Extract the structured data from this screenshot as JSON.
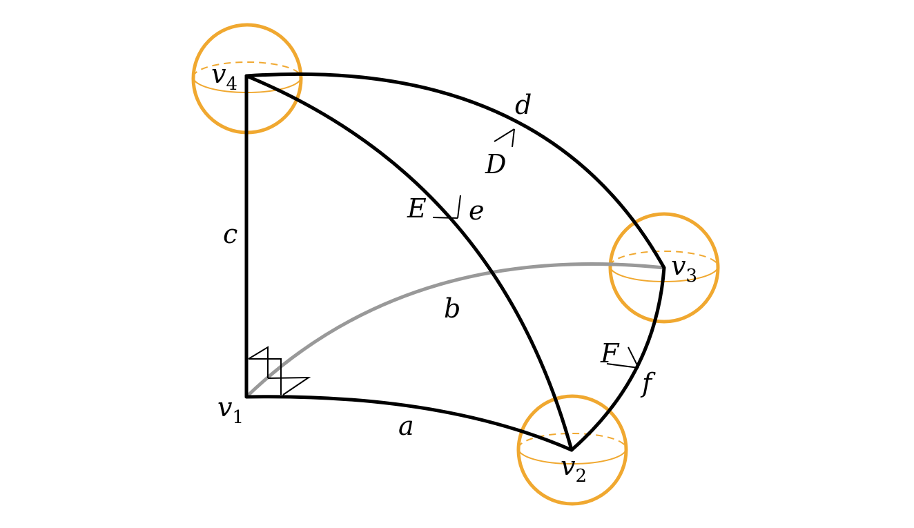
{
  "colors": {
    "edge": "#000000",
    "hidden_edge": "#999999",
    "sphere": "#f0a830"
  },
  "vertices": [
    {
      "id": "v1",
      "base": "v",
      "sub": "1"
    },
    {
      "id": "v2",
      "base": "v",
      "sub": "2"
    },
    {
      "id": "v3",
      "base": "v",
      "sub": "3"
    },
    {
      "id": "v4",
      "base": "v",
      "sub": "4"
    }
  ],
  "edges": {
    "a": "a",
    "b": "b",
    "c": "c",
    "d": "d",
    "e": "e",
    "f": "f"
  },
  "angles": {
    "D": "D",
    "E": "E",
    "F": "F"
  }
}
